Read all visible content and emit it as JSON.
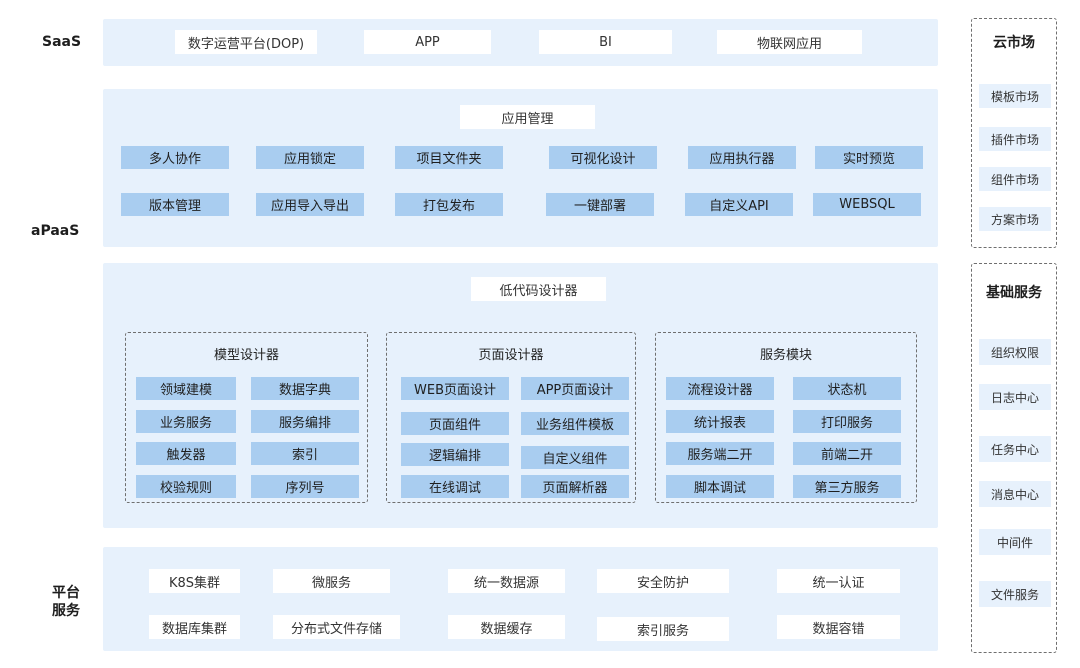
{
  "layers": {
    "saas": "SaaS",
    "apaas": "aPaaS",
    "platform_line1": "平台",
    "platform_line2": "服务"
  },
  "saas_items": [
    "数字运营平台(DOP)",
    "APP",
    "BI",
    "物联网应用"
  ],
  "app_mgmt": {
    "title": "应用管理",
    "row1": [
      "多人协作",
      "应用锁定",
      "项目文件夹",
      "可视化设计",
      "应用执行器",
      "实时预览"
    ],
    "row2": [
      "版本管理",
      "应用导入导出",
      "打包发布",
      "一键部署",
      "自定义API",
      "WEBSQL"
    ]
  },
  "lowcode": {
    "title": "低代码设计器",
    "model": {
      "title": "模型设计器",
      "items": [
        "领域建模",
        "数据字典",
        "业务服务",
        "服务编排",
        "触发器",
        "索引",
        "校验规则",
        "序列号"
      ]
    },
    "page": {
      "title": "页面设计器",
      "items": [
        "WEB页面设计",
        "APP页面设计",
        "页面组件",
        "业务组件模板",
        "逻辑编排",
        "自定义组件",
        "在线调试",
        "页面解析器"
      ]
    },
    "service": {
      "title": "服务模块",
      "items": [
        "流程设计器",
        "状态机",
        "统计报表",
        "打印服务",
        "服务端二开",
        "前端二开",
        "脚本调试",
        "第三方服务"
      ]
    }
  },
  "platform": {
    "row1": [
      "K8S集群",
      "微服务",
      "统一数据源",
      "安全防护",
      "统一认证"
    ],
    "row2": [
      "数据库集群",
      "分布式文件存储",
      "数据缓存",
      "索引服务",
      "数据容错"
    ]
  },
  "cloud_market": {
    "title": "云市场",
    "items": [
      "模板市场",
      "插件市场",
      "组件市场",
      "方案市场"
    ]
  },
  "base_services": {
    "title": "基础服务",
    "items": [
      "组织权限",
      "日志中心",
      "任务中心",
      "消息中心",
      "中间件",
      "文件服务"
    ]
  },
  "colors": {
    "band": "#e7f1fc",
    "blue_box": "#a9cdf0",
    "dashed_border": "#6f6f6f"
  }
}
